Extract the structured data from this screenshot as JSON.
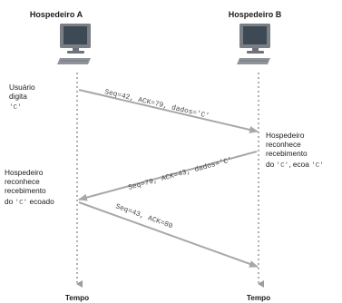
{
  "hosts": {
    "a_title": "Hospedeiro A",
    "b_title": "Hospedeiro B",
    "a_time": "Tempo",
    "b_time": "Tempo"
  },
  "events": {
    "a1_line1": "Usuário",
    "a1_line2": "digita",
    "a1_line3": "'C'",
    "b1_line1": "Hospedeiro",
    "b1_line2": "reconhece",
    "b1_line3": "recebimento",
    "b1_line4_text1": "do ",
    "b1_line4_code1": "'C'",
    "b1_line4_text2": ", ecoa ",
    "b1_line4_code2": "'C'",
    "a2_line1": "Hospedeiro",
    "a2_line2": "reconhece",
    "a2_line3": "recebimento",
    "a2_line4_text1": "do ",
    "a2_line4_code1": "'C'",
    "a2_line4_text2": " ecoado"
  },
  "messages": [
    {
      "text": "Seq=42, ACK=79, dados='C'",
      "direction": "A-to-B"
    },
    {
      "text": "Seq=79, ACK=43, dados='C'",
      "direction": "B-to-A"
    },
    {
      "text": "Seq=43, ACK=80",
      "direction": "A-to-B"
    }
  ],
  "colors": {
    "timeline": "#b0b0b0",
    "arrow": "#a8a8a8",
    "monitor_frame": "#7a7f85",
    "screen": "#3d4a56",
    "keyboard": "#8f949a"
  }
}
